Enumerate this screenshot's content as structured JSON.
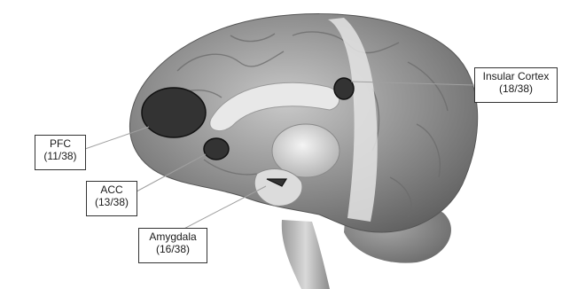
{
  "labels": {
    "pfc": {
      "name": "PFC",
      "count": "(11/38)"
    },
    "acc": {
      "name": "ACC",
      "count": "(13/38)"
    },
    "amygdala": {
      "name": "Amygdala",
      "count": "(16/38)"
    },
    "insular": {
      "name": "Insular Cortex",
      "count": "(18/38)"
    }
  },
  "colors": {
    "region_fill": "#333333",
    "leader_line": "#a0a0a0"
  }
}
